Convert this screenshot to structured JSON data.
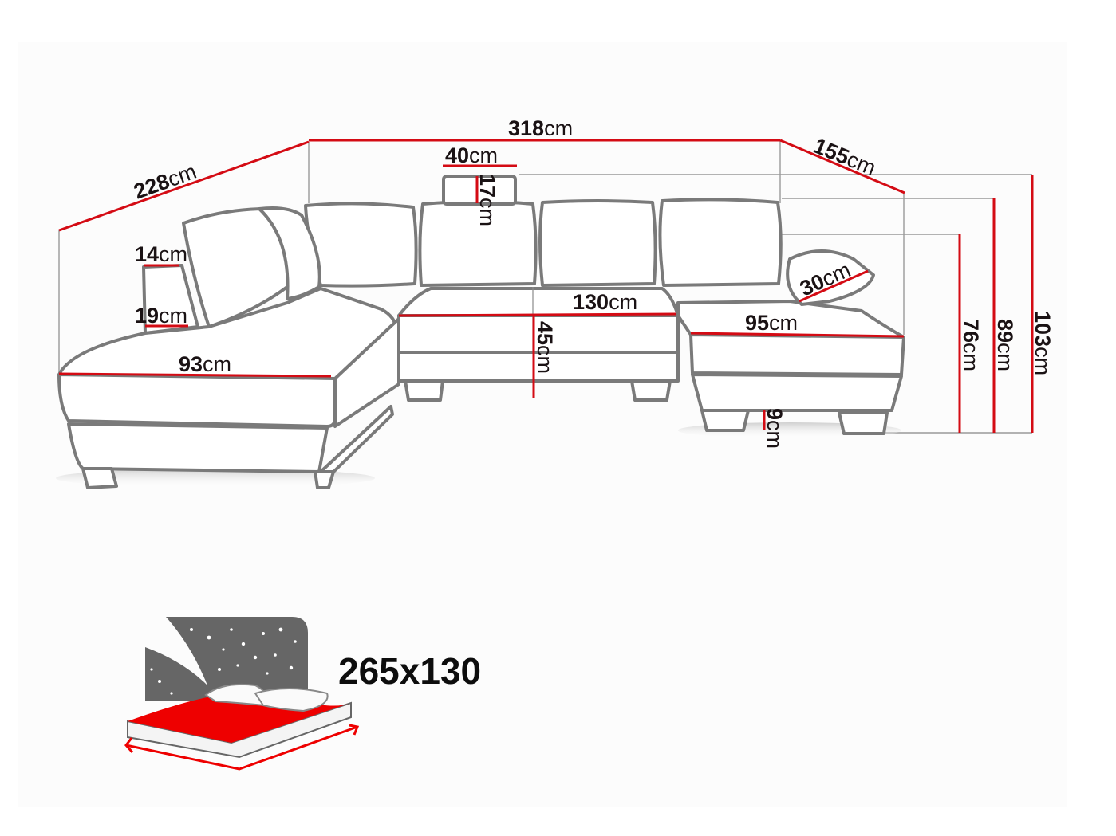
{
  "diagram": {
    "subject": "U-shaped corner sofa with chaise ends",
    "accent_color": "#d40b14",
    "outline_color": "#7a7a7a",
    "dimensions": {
      "left_depth": {
        "value": "228",
        "unit": "cm"
      },
      "total_width": {
        "value": "318",
        "unit": "cm"
      },
      "right_depth": {
        "value": "155",
        "unit": "cm"
      },
      "headrest_width": {
        "value": "40",
        "unit": "cm"
      },
      "headrest_height": {
        "value": "17",
        "unit": "cm"
      },
      "armrest_top": {
        "value": "14",
        "unit": "cm"
      },
      "armrest_bottom": {
        "value": "19",
        "unit": "cm"
      },
      "left_chaise_width": {
        "value": "93",
        "unit": "cm"
      },
      "middle_seat_width": {
        "value": "130",
        "unit": "cm"
      },
      "seat_height": {
        "value": "45",
        "unit": "cm"
      },
      "right_chaise_width": {
        "value": "95",
        "unit": "cm"
      },
      "pillow_width": {
        "value": "30",
        "unit": "cm"
      },
      "leg_height": {
        "value": "9",
        "unit": "cm"
      },
      "back_height": {
        "value": "76",
        "unit": "cm"
      },
      "cushion_height": {
        "value": "89",
        "unit": "cm"
      },
      "total_height": {
        "value": "103",
        "unit": "cm"
      }
    },
    "sleeping_area": {
      "icon": "bed-with-night-sky-icon",
      "label": "265x130"
    }
  }
}
